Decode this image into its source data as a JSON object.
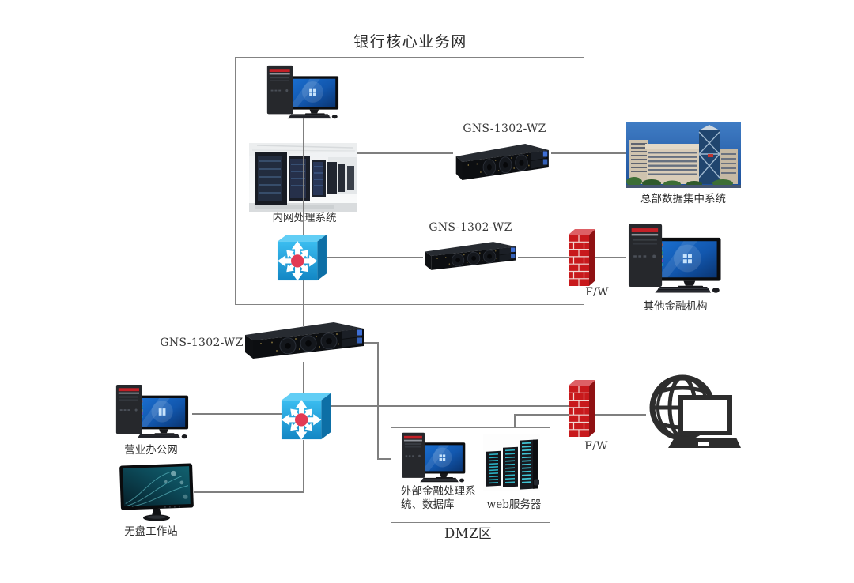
{
  "zones": {
    "core": {
      "label": "银行核心业务网"
    },
    "dmz": {
      "label": "DMZ区"
    }
  },
  "labels": {
    "intranet_system": "内网处理系统",
    "gns_top": "GNS-1302-WZ",
    "gns_mid": "GNS-1302-WZ",
    "gns_bottom": "GNS-1302-WZ",
    "hq_datacenter": "总部数据集中系统",
    "firewall_top": "F/W",
    "firewall_bottom": "F/W",
    "other_financial": "其他金融机构",
    "office_network": "营业办公网",
    "diskless_workstation": "无盘工作站",
    "dmz_external_system": "外部金融处理系统、数据库",
    "web_server": "web服务器"
  },
  "icons": {
    "desktop_pc": "desktop-computer-icon",
    "server_room": "server-room-photo-icon",
    "gns_appliance": "rack-appliance-icon",
    "switch": "multilayer-switch-icon",
    "firewall": "brick-firewall-icon",
    "building": "headquarters-building-icon",
    "monitor": "widescreen-monitor-icon",
    "web_server": "server-towers-icon",
    "internet": "globe-laptop-icon"
  },
  "colors": {
    "line": "#7f7f7f",
    "zone_border": "#838383",
    "switch_blue": "#1f9fd8",
    "switch_hub": "#e23a55",
    "firewall_red": "#c8191c",
    "appliance_black": "#0c0e11",
    "text": "#2e2e2e"
  }
}
